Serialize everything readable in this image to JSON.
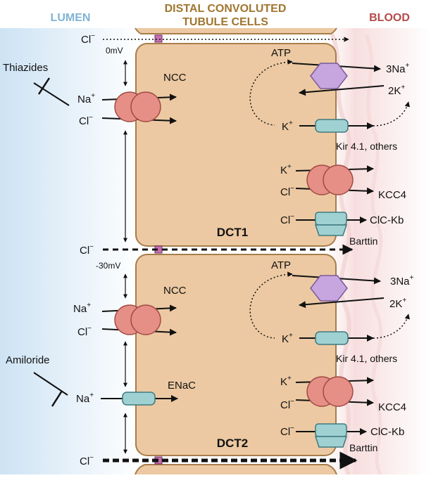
{
  "header": {
    "lumen": "LUMEN",
    "cells_line1": "DISTAL CONVOLUTED",
    "cells_line2": "TUBULE CELLS",
    "blood": "BLOOD"
  },
  "colors": {
    "lumen_header": "#7fb3d5",
    "cells_header": "#a0762e",
    "blood_header": "#b44b4b",
    "cell_fill": "#ecc9a2",
    "cell_border": "#a77d4b",
    "transporter_fill": "#e58f87",
    "pump_fill": "#c7a6df",
    "channel_fill": "#9fd1d3",
    "junction_fill": "#c86fb2"
  },
  "drugs": {
    "thiazides": "Thiazides",
    "amiloride": "Amiloride"
  },
  "potentials": {
    "dct1": "0mV",
    "dct2": "-30mV"
  },
  "ions": {
    "cl": "Cl",
    "na": "Na",
    "k": "K",
    "na3": "3Na",
    "k2": "2K",
    "minus": "−",
    "plus": "+"
  },
  "dct1": {
    "name": "DCT1",
    "ncc": "NCC",
    "atp": "ATP",
    "kir": "Kir 4.1, others",
    "kcc4": "KCC4",
    "clckb": "ClC-Kb",
    "barttin": "Barttin"
  },
  "dct2": {
    "name": "DCT2",
    "ncc": "NCC",
    "enac": "ENaC",
    "atp": "ATP",
    "kir": "Kir 4.1, others",
    "kcc4": "KCC4",
    "clckb": "ClC-Kb",
    "barttin": "Barttin"
  }
}
